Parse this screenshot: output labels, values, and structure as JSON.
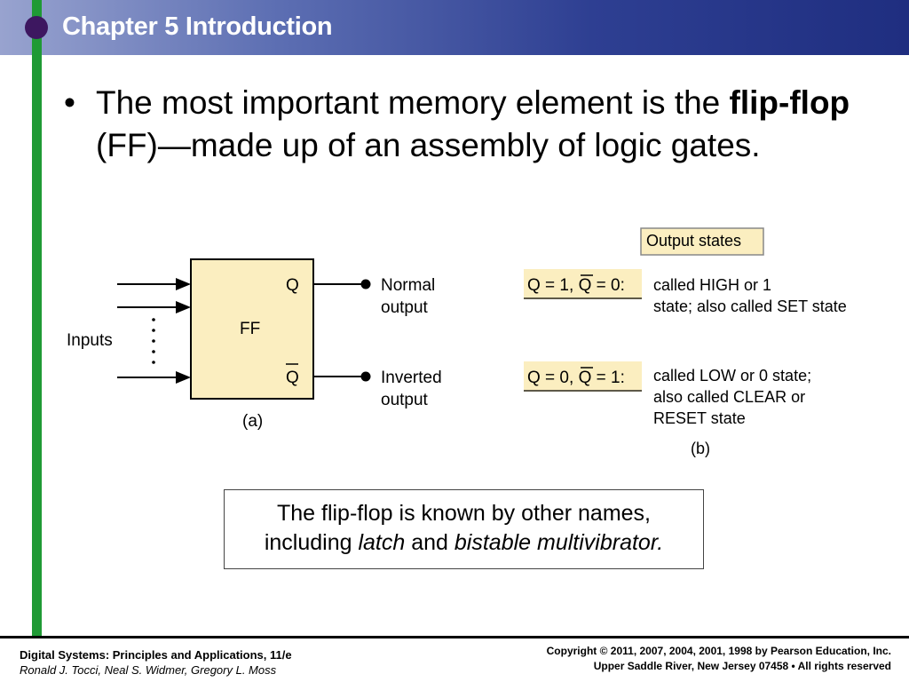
{
  "header": {
    "title": "Chapter 5 Introduction"
  },
  "bullet": {
    "marker": "•",
    "part1": "The most important memory element is the ",
    "bold1": "flip-flop",
    "part2": " (FF)—made up of an assembly of logic gates."
  },
  "figure_a": {
    "box_label": "FF",
    "q_label": "Q",
    "qbar_label": "Q",
    "inputs_label": "Inputs",
    "normal_output_line1": "Normal",
    "normal_output_line2": "output",
    "inverted_output_line1": "Inverted",
    "inverted_output_line2": "output",
    "caption": "(a)"
  },
  "figure_b": {
    "title": "Output states",
    "state1_eq_a": "Q = 1, ",
    "state1_eq_b": "Q",
    "state1_eq_c": " = 0:",
    "state1_desc_line1": "called HIGH or 1",
    "state1_desc_line2": "state; also called SET state",
    "state2_eq_a": "Q = 0, ",
    "state2_eq_b": "Q",
    "state2_eq_c": " = 1:",
    "state2_desc_line1": "called LOW or 0 state;",
    "state2_desc_line2": "also called CLEAR or",
    "state2_desc_line3": "RESET state",
    "caption": "(b)",
    "highlight_color": "#fbeec0"
  },
  "note": {
    "line1": "The flip-flop is known by other names,",
    "line2_a": "including ",
    "line2_b": "latch",
    "line2_c": " and ",
    "line2_d": "bistable multivibrator."
  },
  "footer": {
    "book_title": "Digital Systems: Principles and Applications, 11/e",
    "authors": "Ronald J. Tocci, Neal S. Widmer, Gregory L. Moss",
    "copyright": "Copyright © 2011, 2007, 2004, 2001, 1998  by Pearson Education, Inc.",
    "publisher": "Upper Saddle River, New Jersey 07458 • All rights reserved"
  }
}
